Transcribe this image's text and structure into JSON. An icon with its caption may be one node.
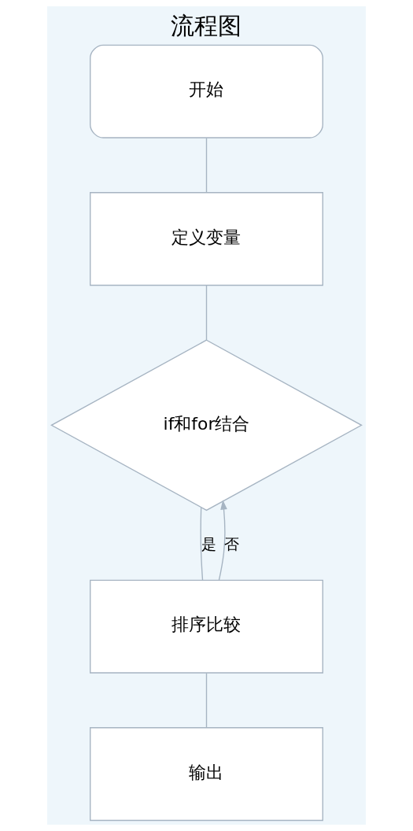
{
  "diagram": {
    "title": "流程图",
    "nodes": [
      {
        "text": [
          "开始"
        ]
      },
      {
        "text": [
          "定义变量"
        ]
      },
      {
        "text": [
          "if和for结合"
        ]
      },
      {
        "text": [
          "排序比较"
        ]
      },
      {
        "text": [
          "输出"
        ]
      }
    ],
    "edges": [
      {
        "from": 0,
        "to": 1,
        "arrow": "none"
      },
      {
        "from": 1,
        "to": 2,
        "arrow": "none"
      },
      {
        "from": 2,
        "to": 3,
        "arrow": "none",
        "label": "是"
      },
      {
        "from": 3,
        "to": 2,
        "arrow": "to",
        "label": "否"
      },
      {
        "from": 3,
        "to": 4,
        "arrow": "none"
      }
    ]
  }
}
